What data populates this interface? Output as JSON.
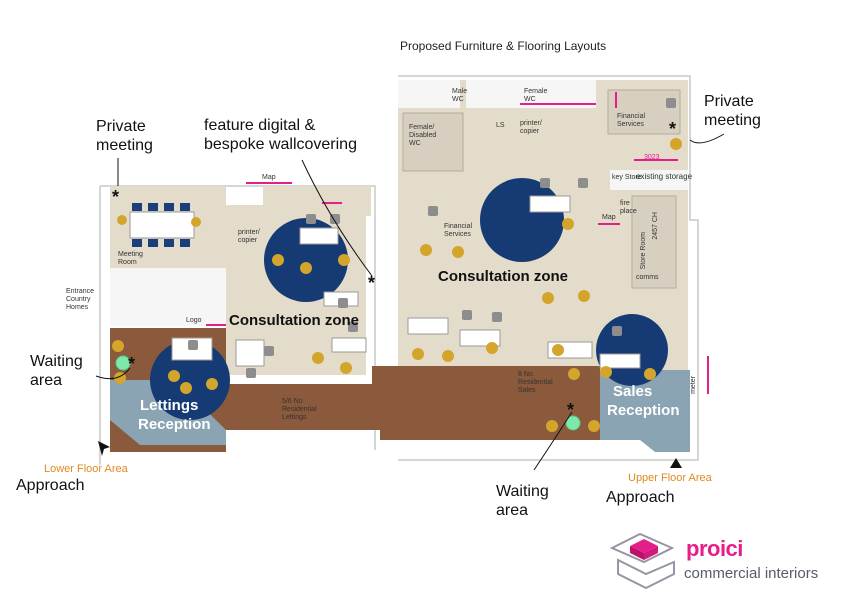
{
  "title": "Proposed Furniture & Flooring Layouts",
  "annotations": {
    "private_meeting_left": [
      "Private",
      "meeting"
    ],
    "feature_wallcovering": [
      "feature digital &",
      "bespoke wallcovering"
    ],
    "private_meeting_right": [
      "Private",
      "meeting"
    ],
    "waiting_area_left": [
      "Waiting",
      "area"
    ],
    "waiting_area_right": [
      "Waiting",
      "area"
    ],
    "approach_left": "Approach",
    "approach_right": "Approach"
  },
  "floor_labels": {
    "lower": "Lower Floor Area",
    "upper": "Upper Floor Area"
  },
  "zones": {
    "consultation_left": "Consultation zone",
    "consultation_right": "Consultation zone",
    "lettings_reception": [
      "Lettings",
      "Reception"
    ],
    "sales_reception": [
      "Sales",
      "Reception"
    ]
  },
  "room_labels": {
    "map_left": "Map",
    "meeting_room": [
      "Meeting",
      "Room"
    ],
    "printer_copier_left": [
      "printer/",
      "copier"
    ],
    "entrance": [
      "Entrance",
      "Country",
      "Homes"
    ],
    "logo": "Logo",
    "residential_lettings": [
      "5/6 No",
      "Residential",
      "Lettings"
    ],
    "male_wc": [
      "Male",
      "WC"
    ],
    "female_wc_top": [
      "Female",
      "WC"
    ],
    "ls": "LS",
    "printer_copier_right": [
      "printer/",
      "copier"
    ],
    "financial_services_top": [
      "Financial",
      "Services"
    ],
    "female_disabled_wc": [
      "Female/",
      "Disabled",
      "WC"
    ],
    "dim_3023": "3023",
    "key_store": "key Store",
    "existing_storage": "existing storage",
    "fire_place": [
      "fire",
      "place"
    ],
    "dim_2457": "2457 CH",
    "store_room": "Store Room",
    "comms": "comms",
    "financial_services_mid": [
      "Financial",
      "Services"
    ],
    "map_right": "Map",
    "residential_sales": [
      "8 No",
      "Residential",
      "Sales"
    ],
    "meter": "meter"
  },
  "brand": {
    "name": "proici",
    "tagline": "commercial interiors"
  },
  "colors": {
    "carpet_beige": "#e4dccb",
    "timber_floor": "#8b5a3c",
    "rug_navy": "#163a73",
    "reception_blue_grey": "#8aa4b4",
    "chair_mustard": "#d3a52a",
    "accent_pink": "#e61e8c",
    "waiting_green": "#7ee8a8"
  }
}
